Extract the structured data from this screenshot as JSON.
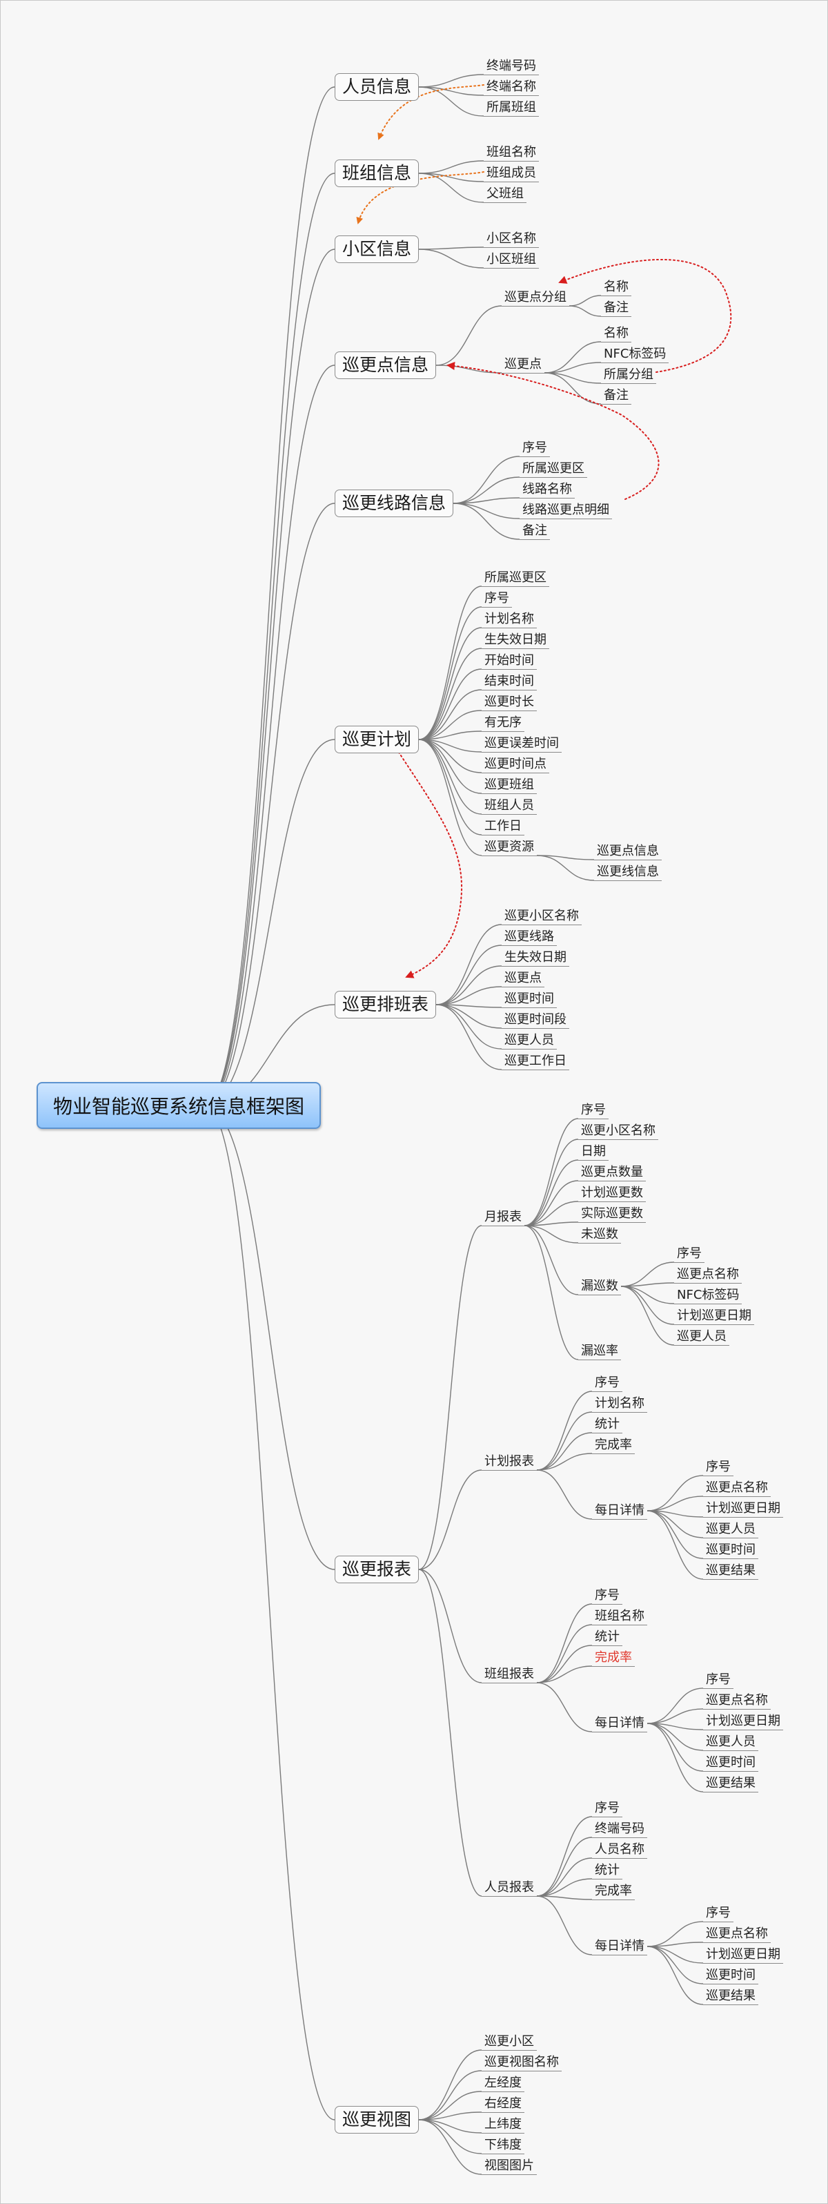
{
  "root_label": "物业智能巡更系统信息框架图",
  "branches": [
    {
      "label": "人员信息",
      "children": [
        {
          "label": "终端号码"
        },
        {
          "label": "终端名称"
        },
        {
          "label": "所属班组"
        }
      ]
    },
    {
      "label": "班组信息",
      "children": [
        {
          "label": "班组名称"
        },
        {
          "label": "班组成员"
        },
        {
          "label": "父班组"
        }
      ]
    },
    {
      "label": "小区信息",
      "children": [
        {
          "label": "小区名称"
        },
        {
          "label": "小区班组"
        }
      ]
    },
    {
      "label": "巡更点信息",
      "children": [
        {
          "label": "巡更点分组",
          "children": [
            {
              "label": "名称"
            },
            {
              "label": "备注"
            }
          ]
        },
        {
          "label": "巡更点",
          "children": [
            {
              "label": "名称"
            },
            {
              "label": "NFC标签码"
            },
            {
              "label": "所属分组"
            },
            {
              "label": "备注"
            }
          ]
        }
      ]
    },
    {
      "label": "巡更线路信息",
      "children": [
        {
          "label": "序号"
        },
        {
          "label": "所属巡更区"
        },
        {
          "label": "线路名称"
        },
        {
          "label": "线路巡更点明细"
        },
        {
          "label": "备注"
        }
      ]
    },
    {
      "label": "巡更计划",
      "children": [
        {
          "label": "所属巡更区"
        },
        {
          "label": "序号"
        },
        {
          "label": "计划名称"
        },
        {
          "label": "生失效日期"
        },
        {
          "label": "开始时间"
        },
        {
          "label": "结束时间"
        },
        {
          "label": "巡更时长"
        },
        {
          "label": "有无序"
        },
        {
          "label": "巡更误差时间"
        },
        {
          "label": "巡更时间点"
        },
        {
          "label": "巡更班组"
        },
        {
          "label": "班组人员"
        },
        {
          "label": "工作日"
        },
        {
          "label": "巡更资源",
          "children": [
            {
              "label": "巡更点信息"
            },
            {
              "label": "巡更线信息"
            }
          ]
        }
      ]
    },
    {
      "label": "巡更排班表",
      "children": [
        {
          "label": "巡更小区名称"
        },
        {
          "label": "巡更线路"
        },
        {
          "label": "生失效日期"
        },
        {
          "label": "巡更点"
        },
        {
          "label": "巡更时间"
        },
        {
          "label": "巡更时间段"
        },
        {
          "label": "巡更人员"
        },
        {
          "label": "巡更工作日"
        }
      ]
    },
    {
      "label": "巡更报表",
      "children": [
        {
          "label": "月报表",
          "children": [
            {
              "label": "序号"
            },
            {
              "label": "巡更小区名称"
            },
            {
              "label": "日期"
            },
            {
              "label": "巡更点数量"
            },
            {
              "label": "计划巡更数"
            },
            {
              "label": "实际巡更数"
            },
            {
              "label": "未巡数"
            },
            {
              "label": "漏巡数",
              "children": [
                {
                  "label": "序号"
                },
                {
                  "label": "巡更点名称"
                },
                {
                  "label": "NFC标签码"
                },
                {
                  "label": "计划巡更日期"
                },
                {
                  "label": "巡更人员"
                }
              ]
            },
            {
              "label": "漏巡率"
            }
          ]
        },
        {
          "label": "计划报表",
          "children": [
            {
              "label": "序号"
            },
            {
              "label": "计划名称"
            },
            {
              "label": "统计"
            },
            {
              "label": "完成率"
            },
            {
              "label": "每日详情",
              "children": [
                {
                  "label": "序号"
                },
                {
                  "label": "巡更点名称"
                },
                {
                  "label": "计划巡更日期"
                },
                {
                  "label": "巡更人员"
                },
                {
                  "label": "巡更时间"
                },
                {
                  "label": "巡更结果"
                }
              ]
            }
          ]
        },
        {
          "label": "班组报表",
          "children": [
            {
              "label": "序号"
            },
            {
              "label": "班组名称"
            },
            {
              "label": "统计"
            },
            {
              "label": "完成率",
              "highlight": "#e0382d"
            },
            {
              "label": "每日详情",
              "children": [
                {
                  "label": "序号"
                },
                {
                  "label": "巡更点名称"
                },
                {
                  "label": "计划巡更日期"
                },
                {
                  "label": "巡更人员"
                },
                {
                  "label": "巡更时间"
                },
                {
                  "label": "巡更结果"
                }
              ]
            }
          ]
        },
        {
          "label": "人员报表",
          "children": [
            {
              "label": "序号"
            },
            {
              "label": "终端号码"
            },
            {
              "label": "人员名称"
            },
            {
              "label": "统计"
            },
            {
              "label": "完成率"
            },
            {
              "label": "每日详情",
              "children": [
                {
                  "label": "序号"
                },
                {
                  "label": "巡更点名称"
                },
                {
                  "label": "计划巡更日期"
                },
                {
                  "label": "巡更时间"
                },
                {
                  "label": "巡更结果"
                }
              ]
            }
          ]
        }
      ]
    },
    {
      "label": "巡更视图",
      "children": [
        {
          "label": "巡更小区"
        },
        {
          "label": "巡更视图名称"
        },
        {
          "label": "左经度"
        },
        {
          "label": "右经度"
        },
        {
          "label": "上纬度"
        },
        {
          "label": "下纬度"
        },
        {
          "label": "视图图片"
        }
      ]
    }
  ],
  "colors": {
    "connector": "#7a7a7a",
    "arrow_orange": "#e8731c",
    "arrow_red": "#d81e1e",
    "root_fill": "#8ec3fa"
  }
}
